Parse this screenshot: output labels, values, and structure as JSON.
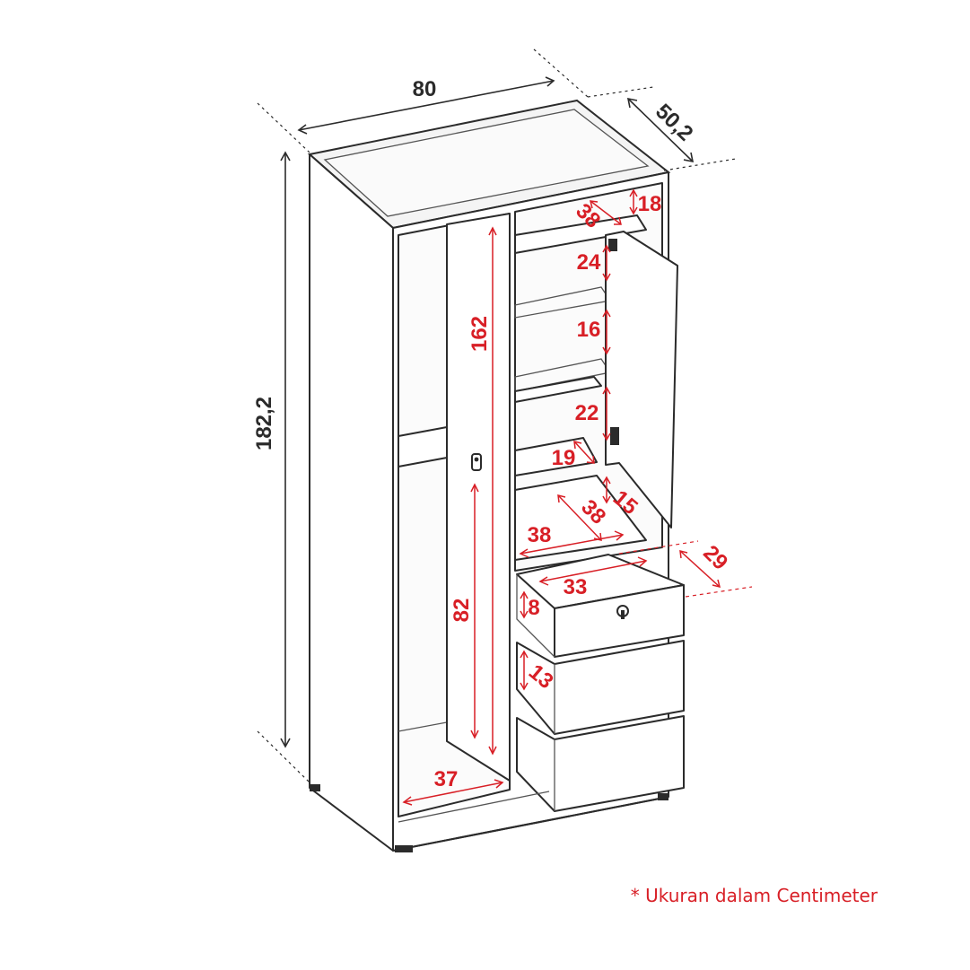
{
  "dimensions": {
    "width": "80",
    "depth": "50,2",
    "height": "182,2",
    "door_height": "162",
    "top_compartment": "18",
    "shelf_depth_top": "38",
    "glass_gap_top": "24",
    "glass_gap_mid": "16",
    "glass_gap_bottom": "22",
    "inner_shelf_depth": "19",
    "shelf_gap": "15",
    "shelf_depth_lower": "38",
    "shelf_width_lower": "38",
    "drawer_depth": "29",
    "drawer_width": "33",
    "drawer_height_top": "8",
    "drawer_height_mid": "13",
    "hanging_height": "82",
    "hanging_width": "37"
  },
  "note": "* Ukuran dalam Centimeter",
  "colors": {
    "outline": "#2b2b2b",
    "dimension_red": "#d81f26"
  }
}
